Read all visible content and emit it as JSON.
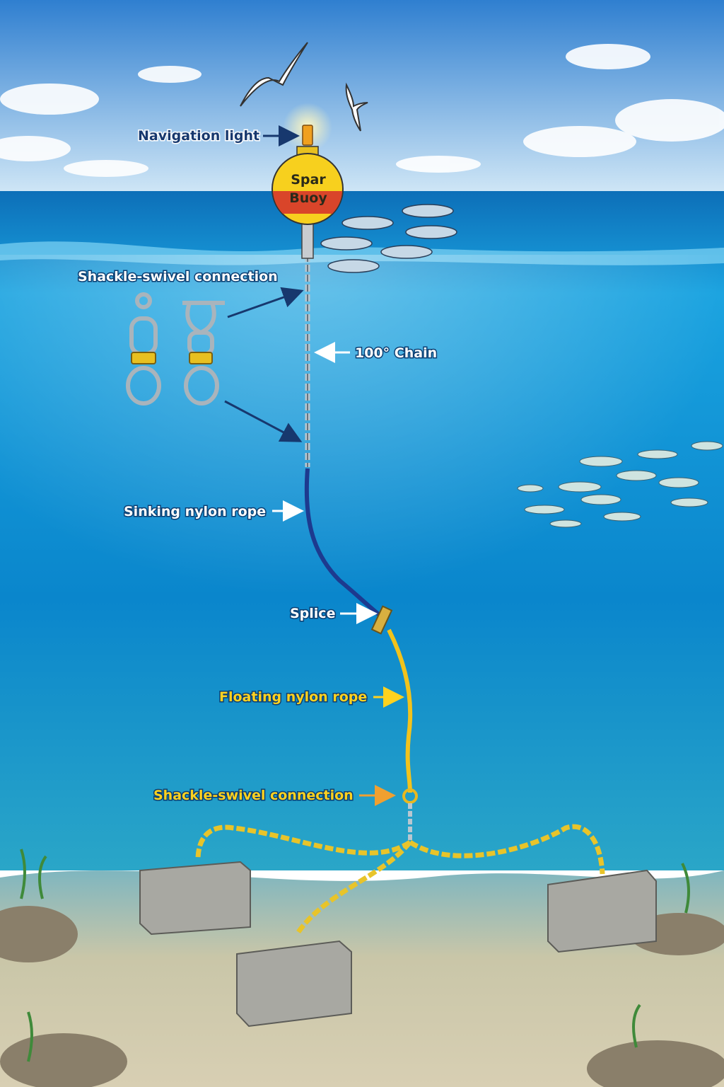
{
  "labels": {
    "navigation_light": "Navigation light",
    "buoy_line1": "Spar",
    "buoy_line2": "Buoy",
    "shackle_swivel_top": "Shackle-swivel connection",
    "chain": "100° Chain",
    "sinking_rope": "Sinking nylon rope",
    "splice": "Splice",
    "floating_rope": "Floating nylon rope",
    "shackle_swivel_bottom": "Shackle-swivel connection"
  },
  "colors": {
    "sky_top": "#2f7fd0",
    "sea_deep": "#0a7fc8",
    "sinking_rope": "#1d3a8f",
    "floating_rope": "#f2c31c",
    "bottom_chain": "#e8c42a",
    "buoy_yellow": "#f7d01e",
    "buoy_red": "#d9452a"
  }
}
